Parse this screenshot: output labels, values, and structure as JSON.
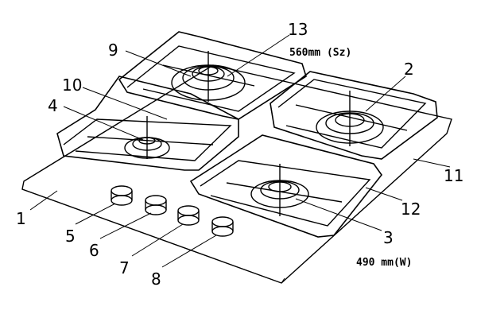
{
  "dimensions": {
    "depth_label": "560mm (Sz)",
    "width_label": "490 mm(W)"
  },
  "callouts": [
    "1",
    "2",
    "3",
    "4",
    "5",
    "6",
    "7",
    "8",
    "9",
    "10",
    "11",
    "12",
    "13"
  ]
}
